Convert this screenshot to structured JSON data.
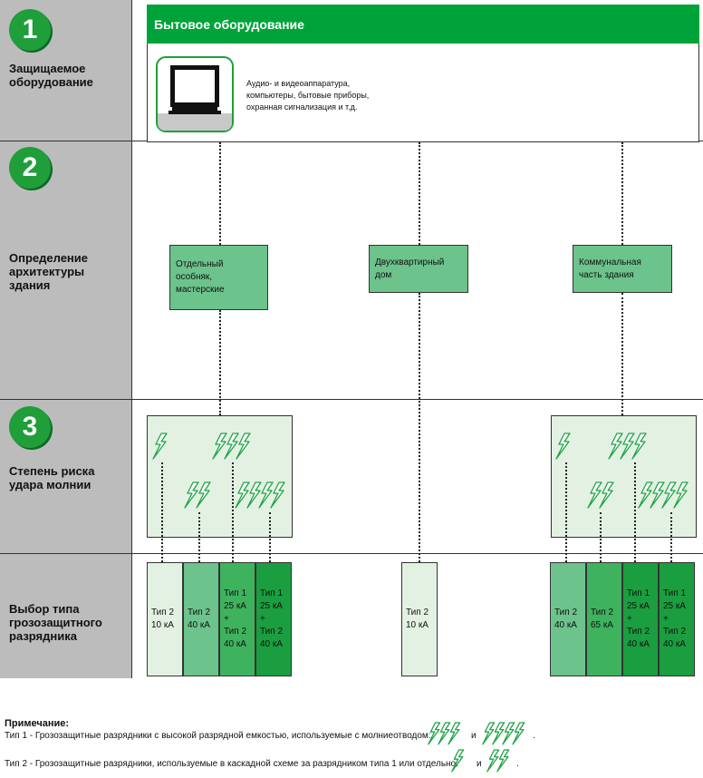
{
  "steps": [
    {
      "number": "1",
      "label": "Защищаемое оборудование"
    },
    {
      "number": "2",
      "label": "Определение архитектуры здания"
    },
    {
      "number": "3",
      "label": "Степень риска удара молнии"
    },
    {
      "number": "",
      "label": "Выбор типа грозозащитного разрядника"
    }
  ],
  "equipment": {
    "header": "Бытовое оборудование",
    "description": "Аудио- и видеоаппаратура, компьютеры, бытовые приборы, охранная сигнализация и т.д."
  },
  "buildings": [
    {
      "label": "Отдельный особняк, мастерские"
    },
    {
      "label": "Двухквартирный дом"
    },
    {
      "label": "Коммунальная часть здания"
    }
  ],
  "arresters": {
    "left": [
      {
        "lines": [
          "Тип 2",
          "10 кА"
        ]
      },
      {
        "lines": [
          "Тип 2",
          "40 кА"
        ]
      },
      {
        "lines": [
          "Тип 1",
          "25 кА",
          "+",
          "Тип 2",
          "40 кА"
        ]
      },
      {
        "lines": [
          "Тип 1",
          "25 кА",
          "+",
          "Тип 2",
          "40 кА"
        ]
      }
    ],
    "middle": [
      {
        "lines": [
          "Тип 2",
          "10 кА"
        ]
      }
    ],
    "right": [
      {
        "lines": [
          "Тип 2",
          "40 кА"
        ]
      },
      {
        "lines": [
          "Тип 2",
          "65 кА"
        ]
      },
      {
        "lines": [
          "Тип 1",
          "25 кА",
          "+",
          "Тип 2",
          "40 кА"
        ]
      },
      {
        "lines": [
          "Тип 1",
          "25 кА",
          "+",
          "Тип 2",
          "40 кА"
        ]
      }
    ]
  },
  "notes": {
    "title": "Примечание:",
    "type1": "Тип 1 - Грозозащитные разрядники с высокой разрядной емкостью, используемые с молниеотводом:",
    "type2": "Тип 2 - Грозозащитные разрядники, используемые в каскадной схеме за разрядником типа 1 или отдельно:",
    "and": "и",
    "period": "."
  },
  "colors": {
    "green": "#00a33a",
    "badge": "#1f9e3a",
    "bolt": "#1fa347",
    "sidebar": "#bcbcbc"
  },
  "icons": {
    "equipment": "computer-monitor-icon",
    "risk": "lightning-bolt-icon"
  }
}
